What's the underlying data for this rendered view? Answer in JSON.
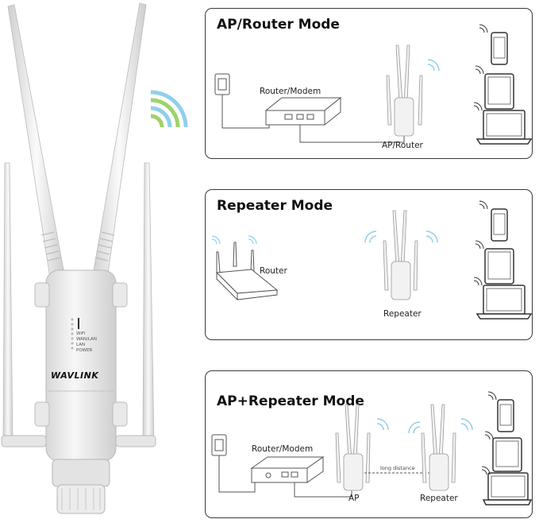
{
  "product": {
    "brand": "WAVLINK",
    "leds": [
      "WiFi",
      "WAN/LAN",
      "LAN",
      "POWER"
    ]
  },
  "panels": [
    {
      "title": "AP/Router Mode",
      "labels": {
        "modem": "Router/Modem",
        "ap": "AP/Router"
      }
    },
    {
      "title": "Repeater Mode",
      "labels": {
        "router": "Router",
        "repeater": "Repeater"
      }
    },
    {
      "title": "AP+Repeater Mode",
      "labels": {
        "modem": "Router/Modem",
        "ap": "AP",
        "distance": "long distance",
        "repeater": "Repeater"
      }
    }
  ],
  "colors": {
    "signal_blue": "#8fd0ea",
    "signal_green": "#9ed36a",
    "outline": "#3a3a3a"
  }
}
